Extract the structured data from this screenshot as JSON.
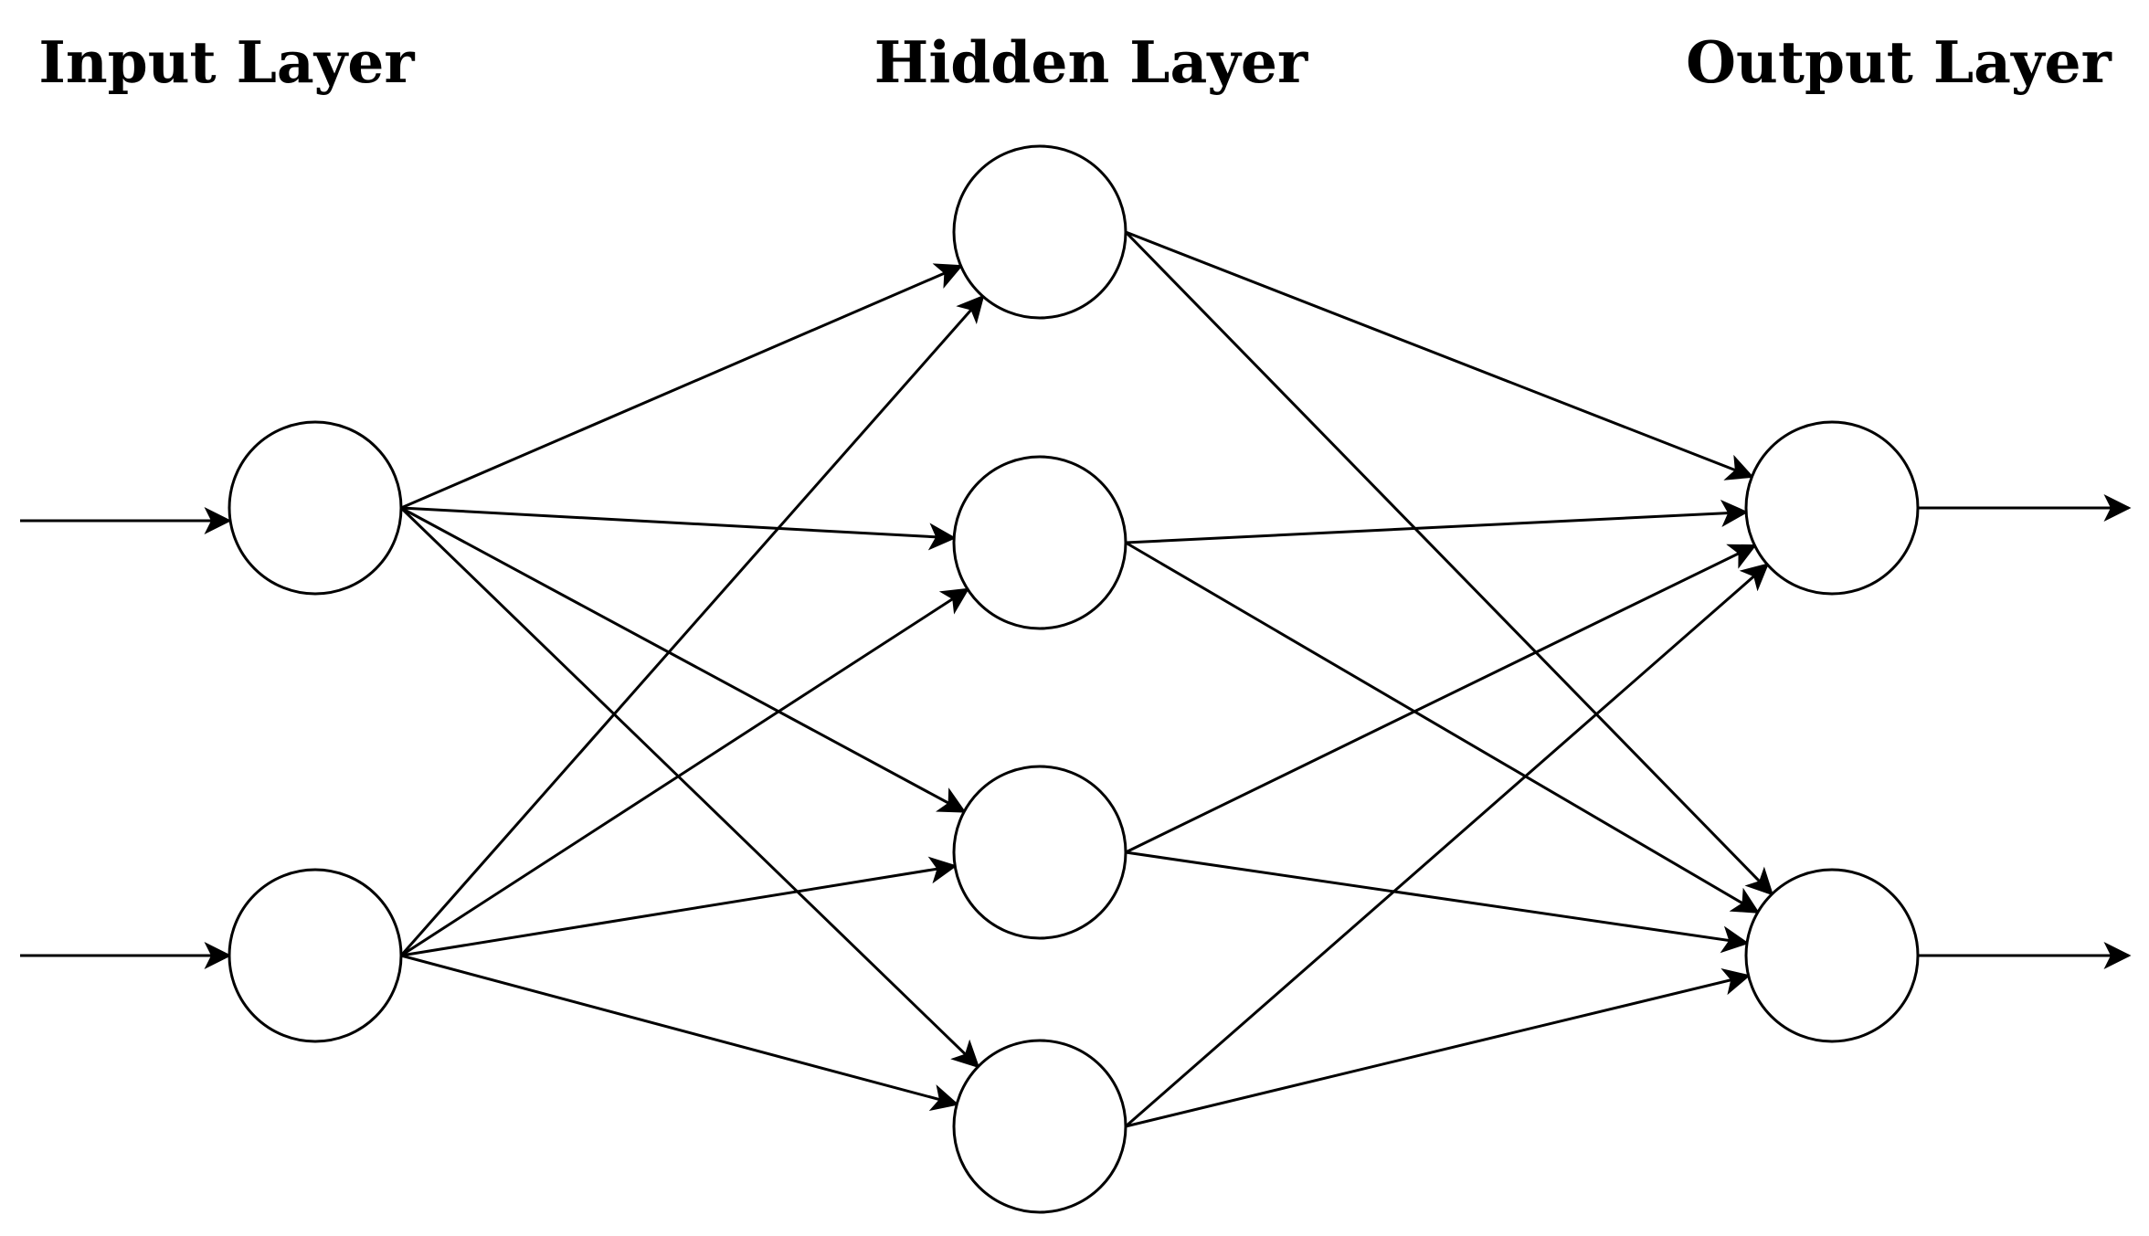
{
  "diagram": {
    "type": "feed-forward neural network",
    "stroke_color": "#000000",
    "background_color": "#ffffff",
    "layers": [
      {
        "id": "input",
        "title": "Input Layer",
        "node_count": 2
      },
      {
        "id": "hidden",
        "title": "Hidden Layer",
        "node_count": 4
      },
      {
        "id": "output",
        "title": "Output Layer",
        "node_count": 2
      }
    ],
    "connections": "fully-connected",
    "external_inputs": 2,
    "external_outputs": 2
  }
}
